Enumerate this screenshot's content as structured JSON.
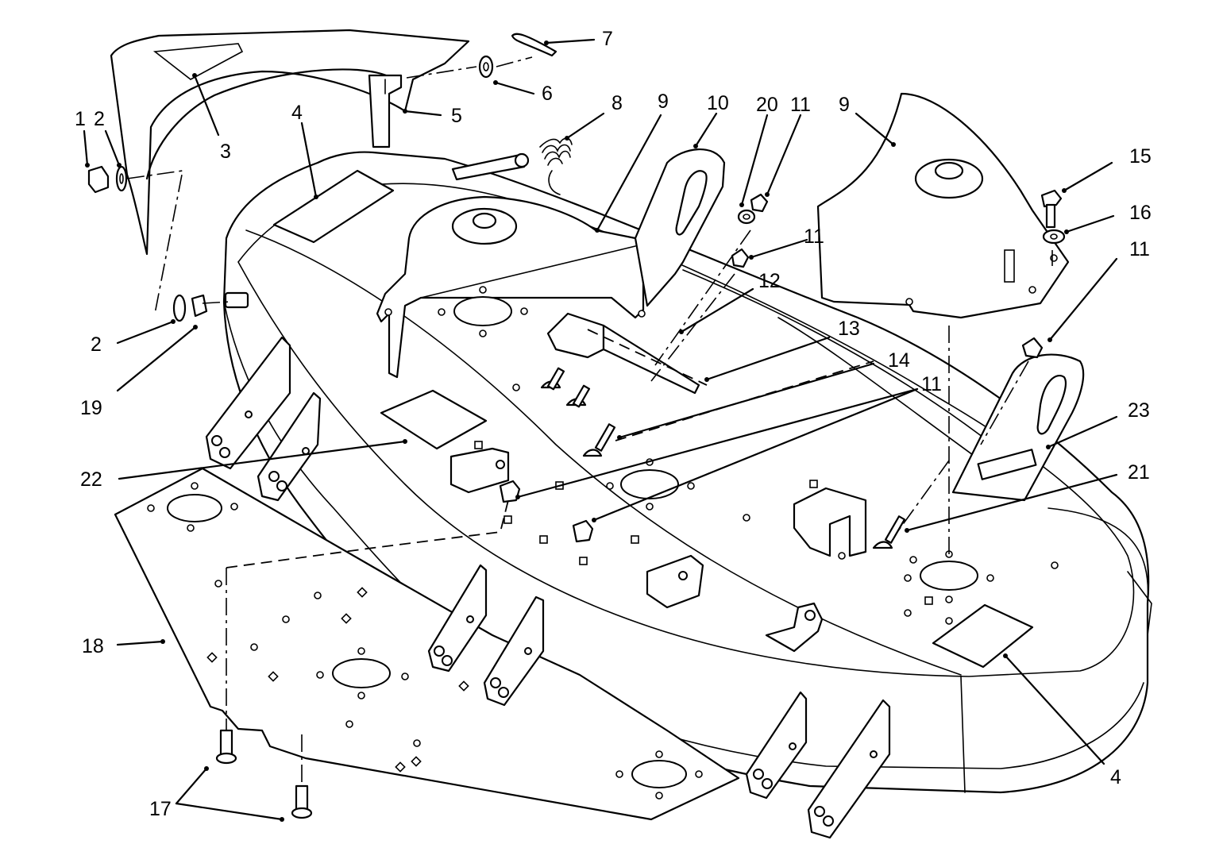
{
  "callouts": [
    {
      "id": "c1",
      "label": "1"
    },
    {
      "id": "c2a",
      "label": "2"
    },
    {
      "id": "c3",
      "label": "3"
    },
    {
      "id": "c4a",
      "label": "4"
    },
    {
      "id": "c5",
      "label": "5"
    },
    {
      "id": "c6",
      "label": "6"
    },
    {
      "id": "c7",
      "label": "7"
    },
    {
      "id": "c8",
      "label": "8"
    },
    {
      "id": "c9a",
      "label": "9"
    },
    {
      "id": "c10",
      "label": "10"
    },
    {
      "id": "c20",
      "label": "20"
    },
    {
      "id": "c11a",
      "label": "11"
    },
    {
      "id": "c9b",
      "label": "9"
    },
    {
      "id": "c15",
      "label": "15"
    },
    {
      "id": "c16",
      "label": "16"
    },
    {
      "id": "c11b",
      "label": "11"
    },
    {
      "id": "c11c",
      "label": "11"
    },
    {
      "id": "c12",
      "label": "12"
    },
    {
      "id": "c13",
      "label": "13"
    },
    {
      "id": "c14",
      "label": "14"
    },
    {
      "id": "c11d",
      "label": "11"
    },
    {
      "id": "c23",
      "label": "23"
    },
    {
      "id": "c21",
      "label": "21"
    },
    {
      "id": "c2b",
      "label": "2"
    },
    {
      "id": "c19",
      "label": "19"
    },
    {
      "id": "c22",
      "label": "22"
    },
    {
      "id": "c18",
      "label": "18"
    },
    {
      "id": "c17",
      "label": "17"
    },
    {
      "id": "c4b",
      "label": "4"
    }
  ]
}
